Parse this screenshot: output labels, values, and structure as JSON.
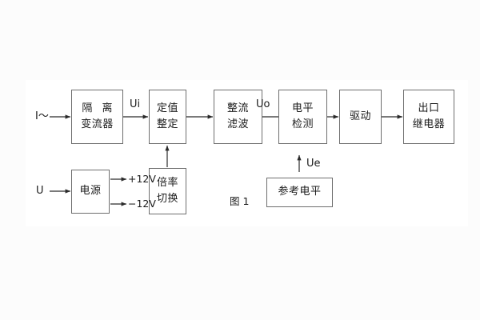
{
  "figure": {
    "caption": "图 1",
    "blocks": [
      {
        "name": "isolation-transformer",
        "lines": [
          "隔 离",
          "变流器"
        ]
      },
      {
        "name": "setpoint-adjust",
        "lines": [
          "定值",
          "整定"
        ]
      },
      {
        "name": "rectify-filter",
        "lines": [
          "整流",
          "滤波"
        ]
      },
      {
        "name": "level-detect",
        "lines": [
          "电平",
          "检测"
        ]
      },
      {
        "name": "drive",
        "lines": [
          "驱动"
        ]
      },
      {
        "name": "output-relay",
        "lines": [
          "出口",
          "继电器"
        ]
      },
      {
        "name": "power-supply",
        "lines": [
          "电源"
        ]
      },
      {
        "name": "multiplier-switch",
        "lines": [
          "倍率",
          "切换"
        ]
      },
      {
        "name": "reference-level",
        "lines": [
          "参考电平"
        ]
      }
    ],
    "signals": {
      "current_input": "I～",
      "voltage_input": "U",
      "ui": "Ui",
      "uo": "Uo",
      "ue": "Ue",
      "rail_positive": "+12V",
      "rail_negative": "−12V"
    }
  },
  "colors": {
    "page_background": "#fcfcfc",
    "panel_background": "#ffffff",
    "block_border": "#6e6e6e",
    "wire": "#2a2a2a",
    "text": "#1b1b1b"
  }
}
